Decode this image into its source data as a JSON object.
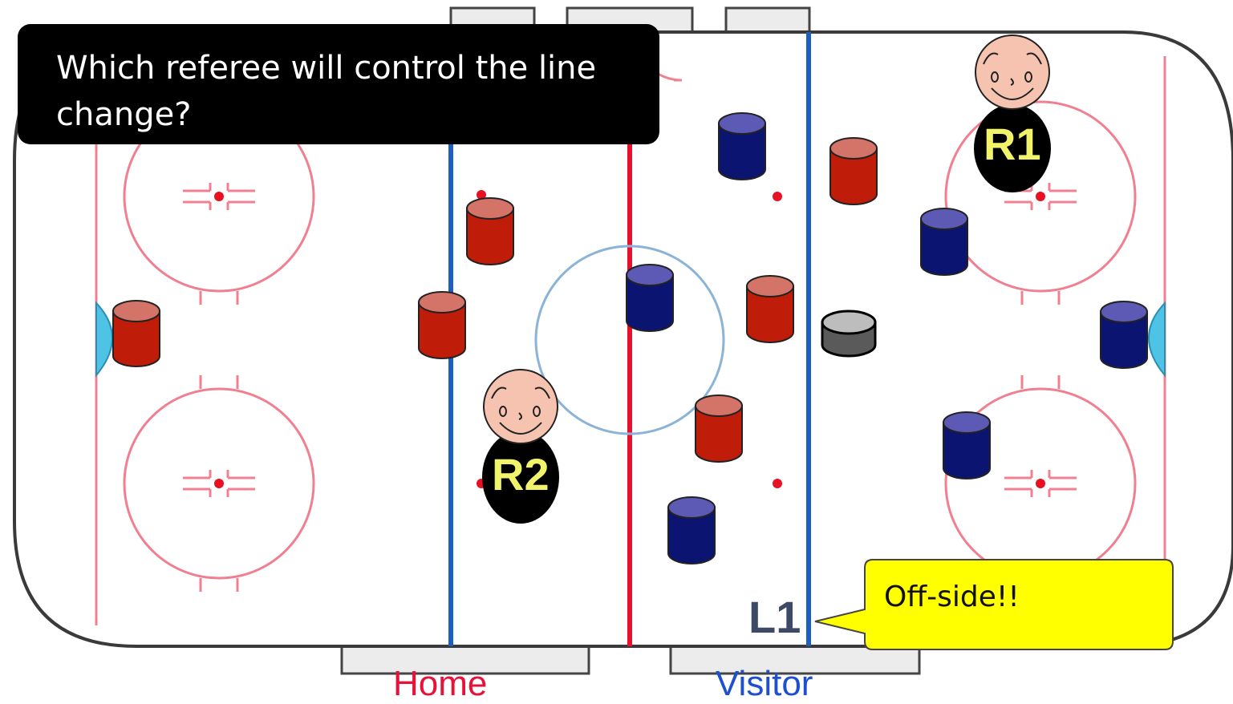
{
  "question": {
    "line1": "Which referee will control the line",
    "line2": "change?"
  },
  "benches": {
    "home_label": "Home",
    "visitor_label": "Visitor"
  },
  "referees": {
    "r1": "R1",
    "r2": "R2",
    "l1": "L1"
  },
  "callout": {
    "text": "Off-side!!"
  },
  "colors": {
    "home_player": "#c01c0a",
    "home_player_top": "#d47368",
    "visitor_player": "#0b1470",
    "visitor_player_top": "#5c5ab4",
    "red_line": "#e8112d",
    "blue_line": "#1d5fbf",
    "faceoff_circle": "#f08090",
    "callout_fill": "#ffff00",
    "referee_face": "#f6c3b0",
    "referee_body": "#000000"
  },
  "icons": {
    "home_player": "red-cylinder-icon",
    "visitor_player": "blue-cylinder-icon",
    "puck": "puck-icon",
    "referee": "referee-face-icon"
  }
}
